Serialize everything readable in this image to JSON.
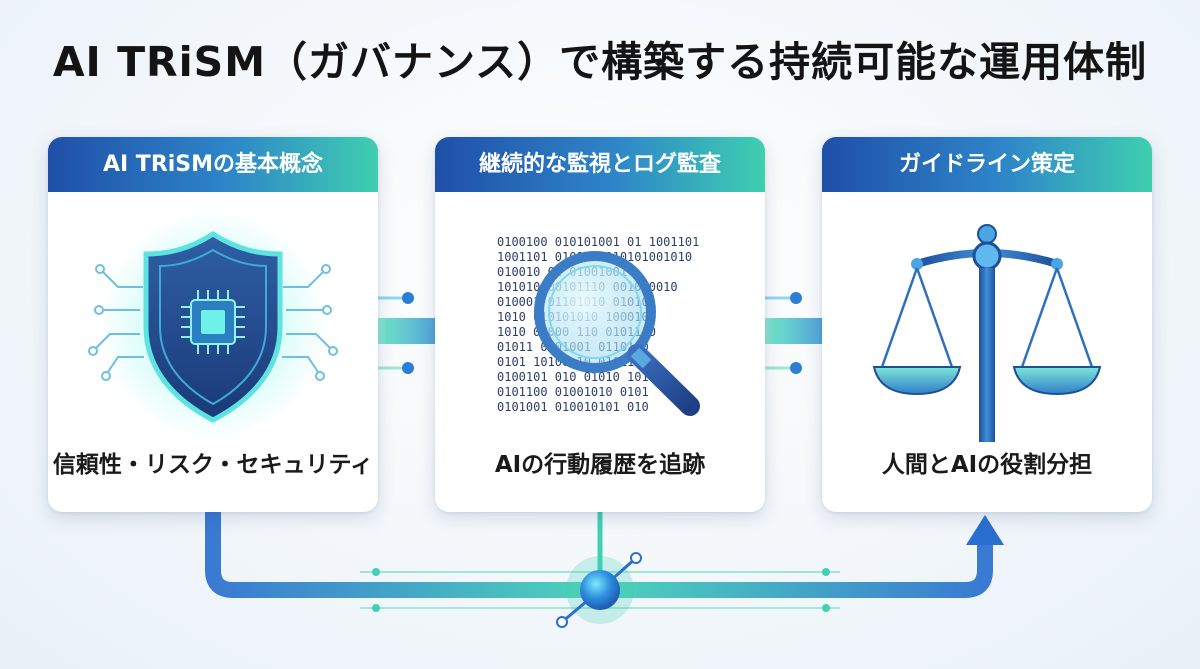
{
  "title": "AI TRiSM（ガバナンス）で構築する持続可能な運用体制",
  "cards": [
    {
      "header": "AI TRiSMの基本概念",
      "caption": "信頼性・リスク・セキュリティ",
      "icon": "shield-chip-icon"
    },
    {
      "header": "継続的な監視とログ監査",
      "caption": "AIの行動履歴を追跡",
      "icon": "magnifier-binary-icon"
    },
    {
      "header": "ガイドライン策定",
      "caption": "人間とAIの役割分担",
      "icon": "balance-scale-icon"
    }
  ],
  "binary_lines": [
    "0100100 010101001 01 1001101",
    "1001101 0101 11010101001010",
    "010010       01  01001001",
    "101010  00101110 001010010",
    "010001 01101010   010101",
    "1010  010101010 1000101",
    "1010  01000 110  0101110",
    "01011 0101001   0110110",
    "0101   10100 10  010110",
    "0100101 010 01010  10101",
    "0101100 01001010 0101",
    "0101001 010010101 010"
  ],
  "colors": {
    "header_start": "#1f4fa8",
    "header_mid": "#2e86c9",
    "header_end": "#3fcfb0",
    "flow_blue": "#2b7fd4",
    "flow_teal": "#3fd1b4"
  }
}
